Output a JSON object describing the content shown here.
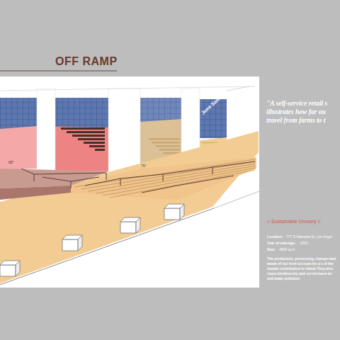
{
  "diagram": {
    "title": "OFF RAMP",
    "labels": [
      "\"A self-service retail s illustrates how far ou travel from farms to t",
      "< Sustainable Grocery >",
      "Location:",
      "777 S Alameda St, Los Angel",
      "Year of redesign:",
      "2021",
      "Size:",
      "4800 sq.ft.",
      "The production, processing, transpo and waste of our food account for a s of the human contribution to climat They also cause biodiversity and soi increase air and water pollution.",
      "June Sam",
      "65°",
      "75°"
    ]
  }
}
